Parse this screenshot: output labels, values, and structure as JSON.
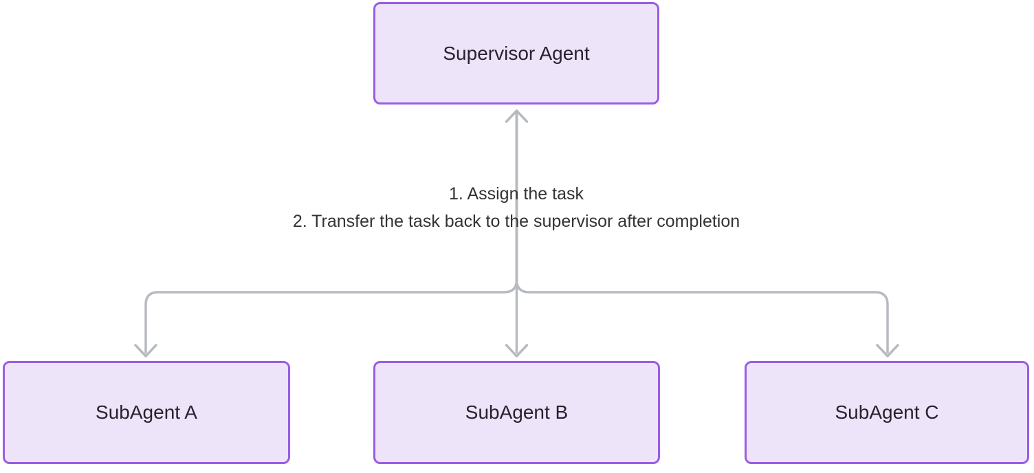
{
  "diagram": {
    "title": "Supervisor multi-agent orchestration diagram",
    "nodes": [
      {
        "id": "supervisor",
        "label": "Supervisor Agent"
      },
      {
        "id": "subagent-a",
        "label": "SubAgent A"
      },
      {
        "id": "subagent-b",
        "label": "SubAgent B"
      },
      {
        "id": "subagent-c",
        "label": "SubAgent C"
      }
    ],
    "edges": [
      {
        "from": "supervisor",
        "to": "subagent-a",
        "bidirectional": true
      },
      {
        "from": "supervisor",
        "to": "subagent-b",
        "bidirectional": true
      },
      {
        "from": "supervisor",
        "to": "subagent-c",
        "bidirectional": true
      }
    ],
    "edge_label": {
      "line1": "1. Assign the task",
      "line2": "2. Transfer the task back to the supervisor after completion"
    },
    "colors": {
      "background": "#ffffff",
      "node_fill": "#ede4f9",
      "node_border": "#9a5ce4",
      "node_text": "#27222e",
      "edge_line": "#b7bac0",
      "label_text": "#333333"
    }
  }
}
